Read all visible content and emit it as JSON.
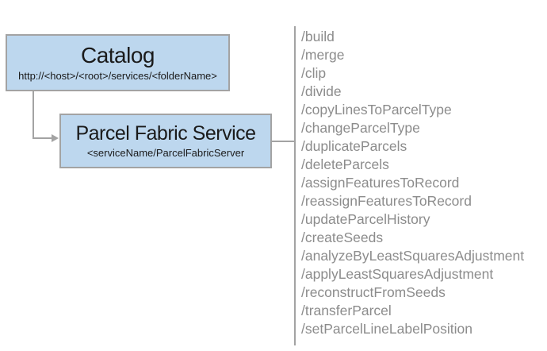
{
  "colors": {
    "box_fill": "#bdd7ee",
    "box_border": "#a3a3a3",
    "connector": "#a3a3a3",
    "endpoint_text": "#8c8c8c",
    "title_text": "#1a1a1a"
  },
  "catalog_box": {
    "title": "Catalog",
    "subtitle": "http://<host>/<root>/services/<folderName>"
  },
  "service_box": {
    "title": "Parcel Fabric Service",
    "subtitle": "<serviceName/ParcelFabricServer"
  },
  "endpoints": [
    "/build",
    "/merge",
    "/clip",
    "/divide",
    "/copyLinesToParcelType",
    "/changeParcelType",
    "/duplicateParcels",
    "/deleteParcels",
    "/assignFeaturesToRecord",
    "/reassignFeaturesToRecord",
    "/updateParcelHistory",
    "/createSeeds",
    "/analyzeByLeastSquaresAdjustment",
    "/applyLeastSquaresAdjustment",
    "/reconstructFromSeeds",
    "/transferParcel",
    "/setParcelLineLabelPosition"
  ]
}
